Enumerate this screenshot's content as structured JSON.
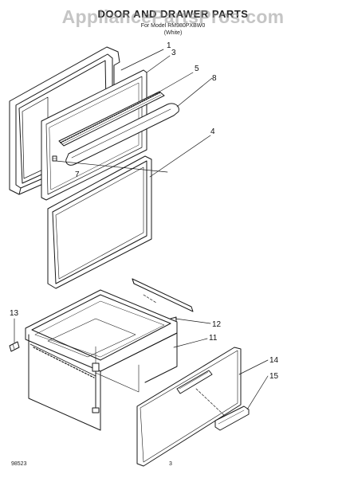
{
  "header": {
    "title": "DOOR AND DRAWER PARTS",
    "subtitle_model": "For Model RM980PXBW0",
    "subtitle_color": "(White)",
    "watermark": "AppliancePartsPros.com"
  },
  "callouts": [
    "1",
    "3",
    "5",
    "8",
    "4",
    "7",
    "13",
    "12",
    "11",
    "14",
    "15"
  ],
  "footer": {
    "code": "98523",
    "page": "3"
  }
}
